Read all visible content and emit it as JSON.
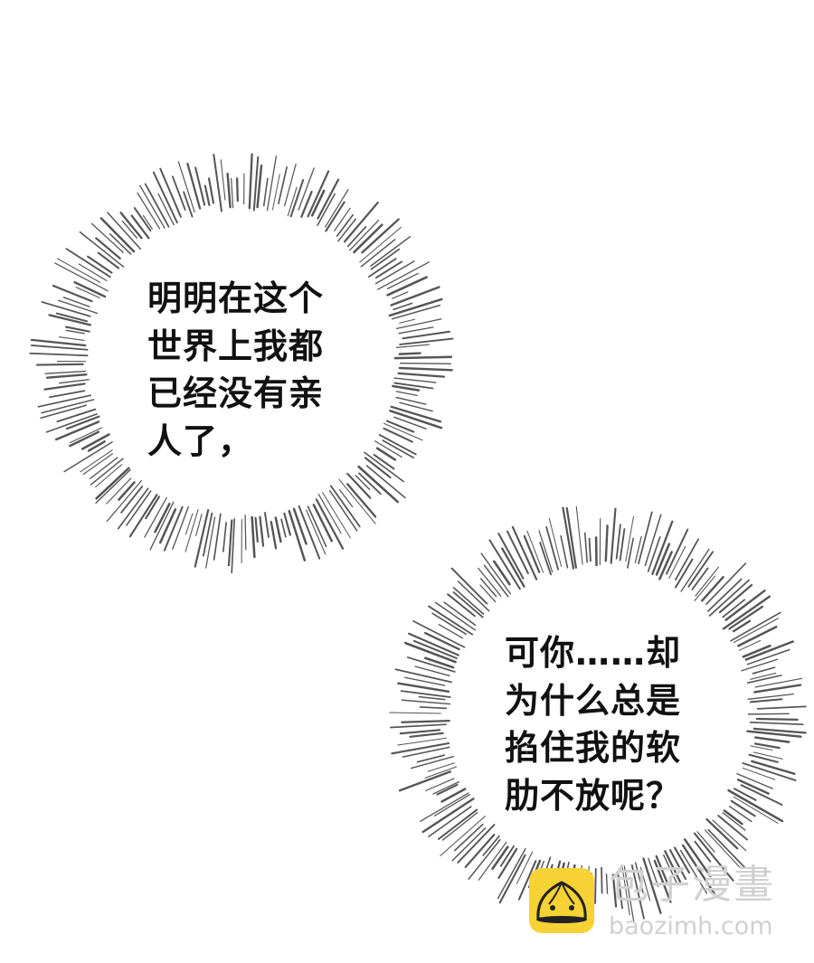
{
  "bubbles": [
    {
      "lines": [
        "明明在这个",
        "世界上我都",
        "已经没有亲",
        "人了，"
      ]
    },
    {
      "lines": [
        "可你……却",
        "为什么总是",
        "掐住我的软",
        "肋不放呢？"
      ]
    }
  ],
  "watermark": {
    "name": "包子漫畫",
    "url": "baozimh.com",
    "logo_icon": "steamed-bun-icon",
    "logo_color": "#f7d234"
  },
  "colors": {
    "rays": "#555555",
    "text": "#111111"
  }
}
